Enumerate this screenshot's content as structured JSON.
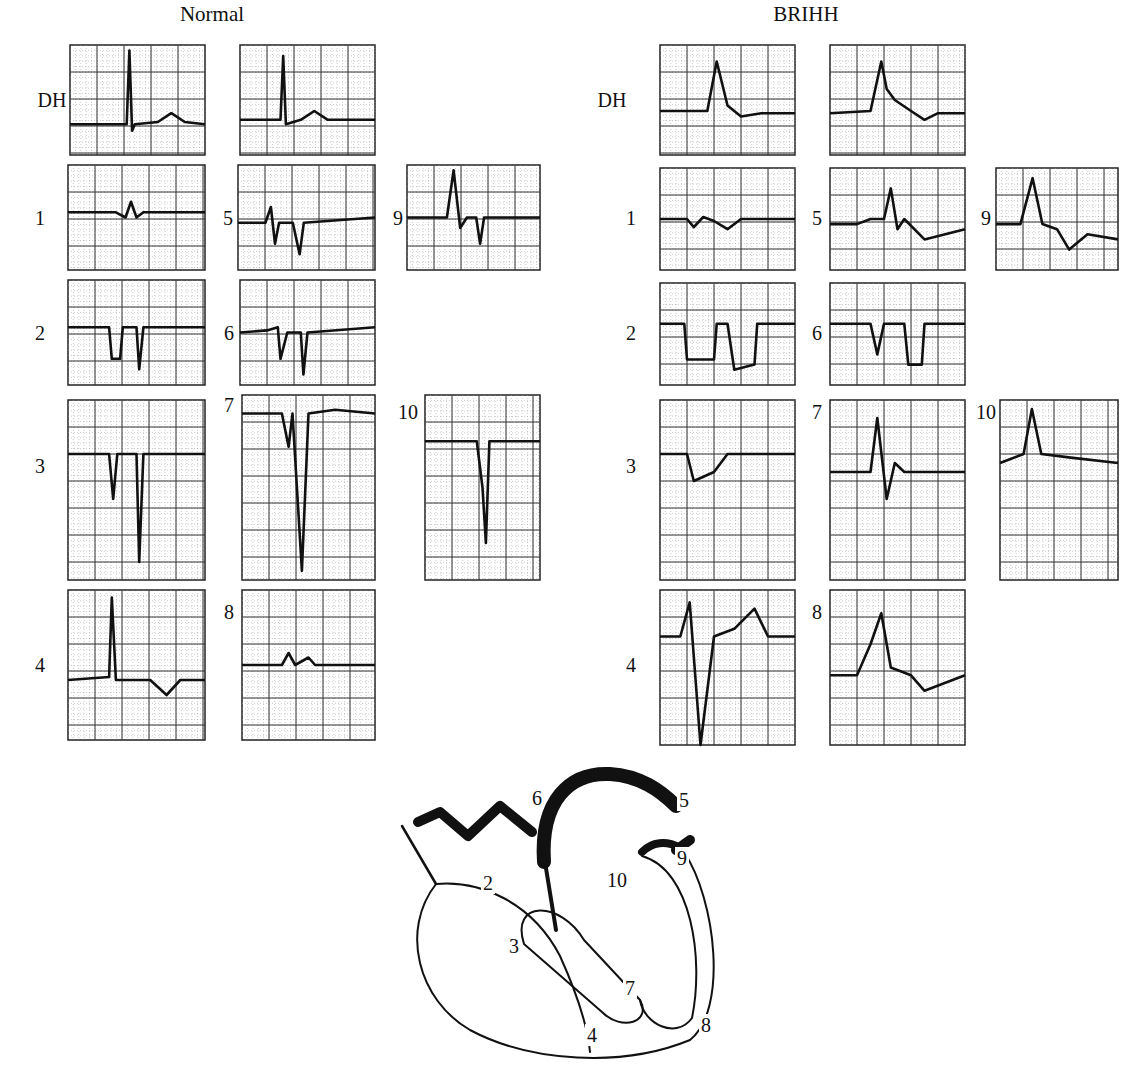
{
  "diagram": {
    "labels": [
      "Normal",
      "DH",
      "1",
      "5",
      "9",
      "2",
      "6",
      "3",
      "7",
      "10",
      "4",
      "8",
      "BRIHH",
      "DH",
      "1",
      "5",
      "9",
      "2",
      "6",
      "3",
      "7",
      "10",
      "4",
      "8",
      "6",
      "5",
      "9",
      "2",
      "10",
      "3",
      "7",
      "4",
      "8"
    ]
  }
}
